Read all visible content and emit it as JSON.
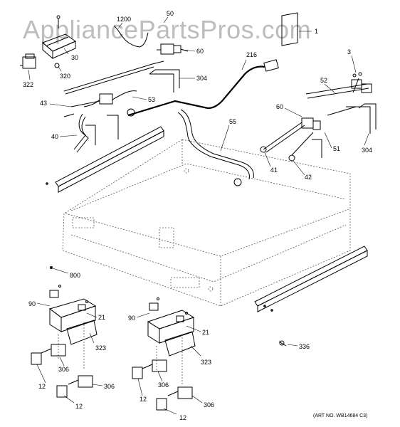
{
  "watermark": "AppliancePartsPros.com",
  "art_number": "(ART NO. WB14684 C3)",
  "callouts": [
    "1200",
    "50",
    "1",
    "30",
    "60",
    "322",
    "320",
    "216",
    "3",
    "304",
    "43",
    "53",
    "52",
    "60",
    "40",
    "55",
    "304",
    "51",
    "41",
    "42",
    "800",
    "90",
    "21",
    "323",
    "306",
    "12",
    "306",
    "12",
    "90",
    "21",
    "323",
    "306",
    "12",
    "306",
    "12",
    "336"
  ]
}
